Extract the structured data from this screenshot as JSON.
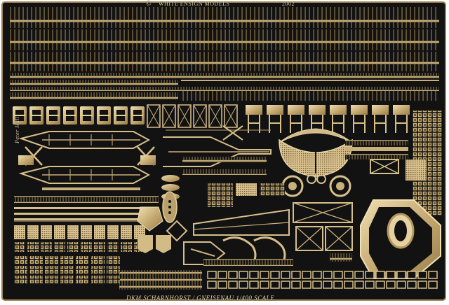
{
  "photo": {
    "copyright_mark": "©",
    "maker": "WHITE ENSIGN MODELS",
    "year": "2002",
    "title": "DKM SCHARNHORST / GNEISENAU  1/400 SCALE",
    "signature": "Peter Hall"
  },
  "colors": {
    "fret_background": "#121212",
    "brass": "#c9b07a",
    "brass_light": "#e6d3a3",
    "brass_dark": "#8e7446",
    "frame": "#0b0b0b"
  }
}
